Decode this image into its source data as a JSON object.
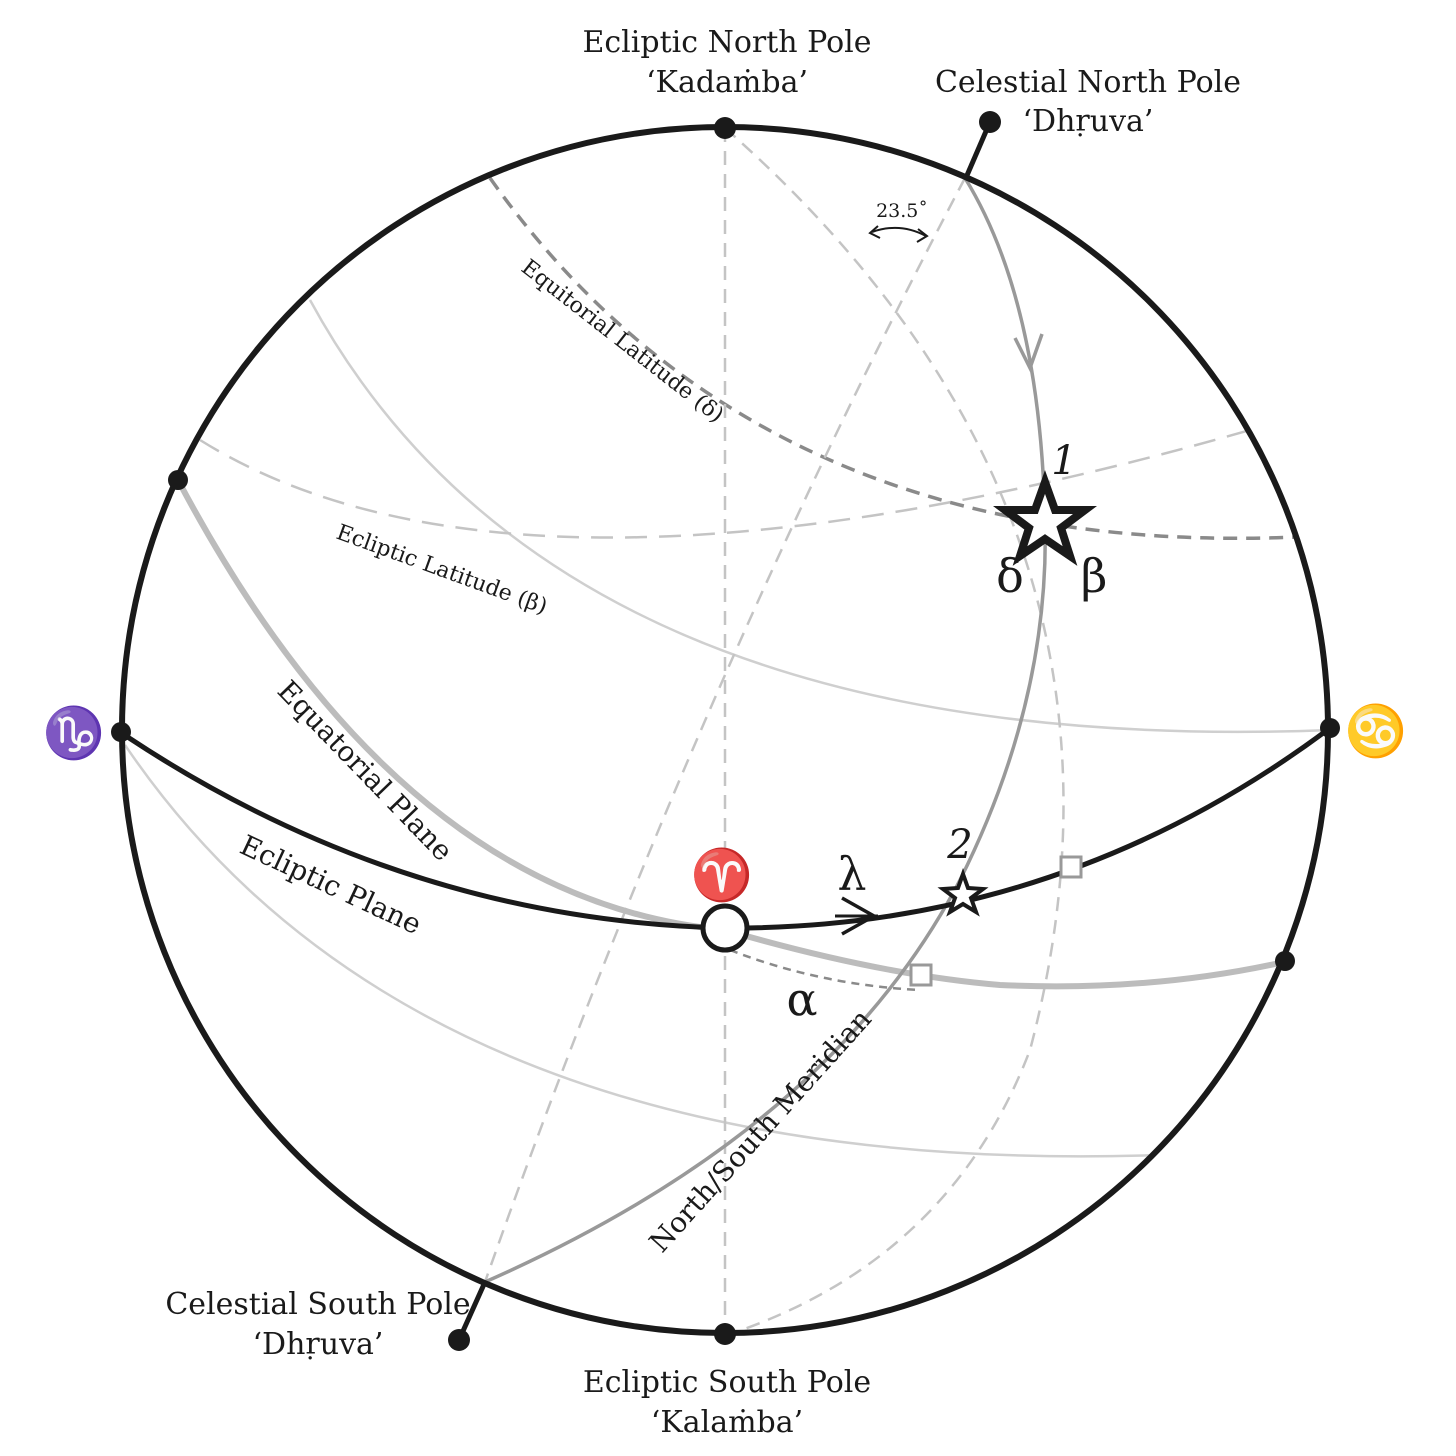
{
  "diagram": {
    "labels": {
      "ecliptic_north_pole": "Ecliptic North Pole",
      "ecliptic_north_pole_name": "‘Kadaṁba’",
      "celestial_north_pole": "Celestial North Pole",
      "celestial_north_pole_name": "‘Dhṛuva’",
      "celestial_south_pole": "Celestial South Pole",
      "celestial_south_pole_name": "‘Dhṛuva’",
      "ecliptic_south_pole": "Ecliptic South Pole",
      "ecliptic_south_pole_name": "‘Kalaṁba’",
      "angle": "23.5˚",
      "equitorial_latitude": "Equitorial Latitude (δ)",
      "ecliptic_latitude": "Ecliptic Latitude (β)",
      "equatorial_plane": "Equatorial Plane",
      "ecliptic_plane": "Ecliptic Plane",
      "north_south_meridian": "North/South Meridian",
      "capricorn_symbol": "♑",
      "cancer_symbol": "♋",
      "aries_symbol": "♈",
      "lambda": "λ",
      "alpha": "α",
      "delta": "δ",
      "beta": "β",
      "star_1": "1",
      "star_2": "2"
    },
    "colors": {
      "ink": "#1a1a1a",
      "mid_gray": "#999999",
      "light_gray": "#c8c8c8",
      "dashed_gray": "#bdbdbd",
      "dark_dashed": "#8a8a8a"
    }
  }
}
